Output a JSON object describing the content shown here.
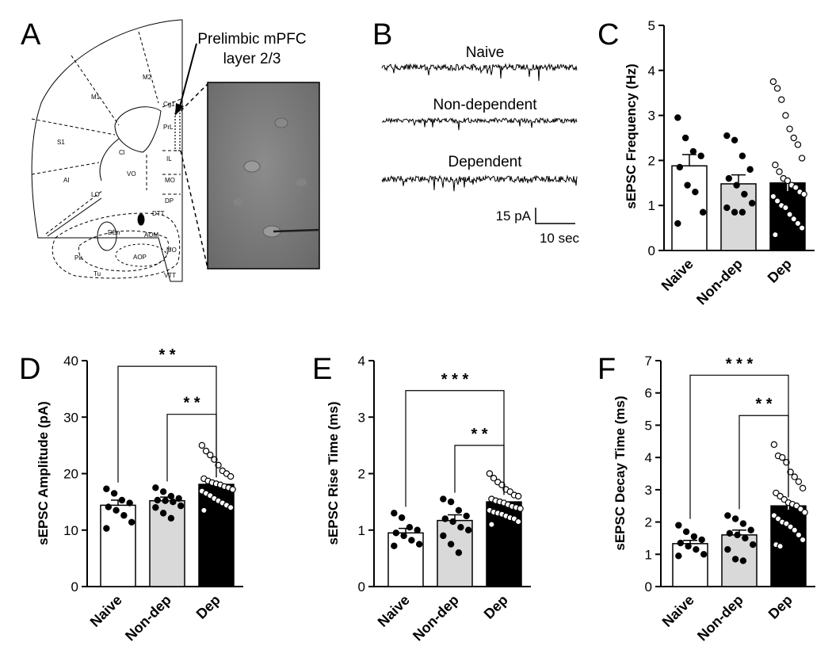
{
  "panel_letters": [
    "A",
    "B",
    "C",
    "D",
    "E",
    "F"
  ],
  "panel_a": {
    "callout": [
      "Prelimbic mPFC",
      "layer 2/3"
    ],
    "regions": [
      "M2",
      "M1",
      "Cg1",
      "PrL",
      "S1",
      "Cl",
      "IL",
      "AI",
      "VO",
      "MO",
      "LO",
      "DP",
      "DTT",
      "DEn",
      "AOM",
      "AOP",
      "MO",
      "Pir",
      "Tu",
      "VTT"
    ]
  },
  "panel_b": {
    "traces": [
      "Naive",
      "Non-dependent",
      "Dependent"
    ],
    "scale_y": "15 pA",
    "scale_x": "10 sec"
  },
  "colors": {
    "naive": "#ffffff",
    "nondep": "#d9d9d9",
    "dep": "#000000",
    "ink": "#000000"
  },
  "chart_data": [
    {
      "id": "C",
      "type": "bar",
      "categories": [
        "Naive",
        "Non-dep",
        "Dep"
      ],
      "values": [
        1.88,
        1.48,
        1.5
      ],
      "sem": [
        0.25,
        0.2,
        0.18
      ],
      "ylabel": "sEPSC Frequency (Hz)",
      "ylim": [
        0,
        5
      ],
      "yticks": [
        0,
        1,
        2,
        3,
        4,
        5
      ],
      "ytick_labels": [
        "0",
        "1",
        "2",
        "3",
        "4",
        "5"
      ],
      "points": [
        [
          2.95,
          2.5,
          2.2,
          2.1,
          1.85,
          1.45,
          1.3,
          0.85,
          0.6
        ],
        [
          2.55,
          2.45,
          2.1,
          1.8,
          1.6,
          1.45,
          1.25,
          1.05,
          0.95,
          0.85,
          0.85
        ],
        [
          3.75,
          3.6,
          3.35,
          3.0,
          2.7,
          2.5,
          2.35,
          2.05,
          1.9,
          1.75,
          1.6,
          1.55,
          1.45,
          1.4,
          1.3,
          1.25,
          1.2,
          1.1,
          1.0,
          0.95,
          0.8,
          0.7,
          0.6,
          0.5,
          0.35
        ]
      ],
      "significance": []
    },
    {
      "id": "D",
      "type": "bar",
      "categories": [
        "Naive",
        "Non-dep",
        "Dep"
      ],
      "values": [
        14.4,
        15.2,
        18.1
      ],
      "sem": [
        0.9,
        0.65,
        0.4
      ],
      "ylabel": "sEPSC Amplitude (pA)",
      "ylim": [
        0,
        40
      ],
      "yticks": [
        0,
        10,
        20,
        30,
        40
      ],
      "ytick_labels": [
        "0",
        "10",
        "20",
        "30",
        "40"
      ],
      "points": [
        [
          17.3,
          16.5,
          15.3,
          14.8,
          14.1,
          13.5,
          12.6,
          11.4,
          10.3
        ],
        [
          17.5,
          16.8,
          16.0,
          15.6,
          15.3,
          15.2,
          15.0,
          14.3,
          14.0,
          13.0,
          12.1
        ],
        [
          25.0,
          24.0,
          23.3,
          22.5,
          21.5,
          20.5,
          20.0,
          19.5,
          19.1,
          18.7,
          18.4,
          18.2,
          18.0,
          17.7,
          17.5,
          17.2,
          16.9,
          16.5,
          16.1,
          15.6,
          15.2,
          14.8,
          14.4,
          14.0,
          13.5
        ]
      ],
      "significance": [
        {
          "from": 0,
          "to": 2,
          "label": "* *",
          "y": 39.0
        },
        {
          "from": 1,
          "to": 2,
          "label": "* *",
          "y": 30.5
        }
      ]
    },
    {
      "id": "E",
      "type": "bar",
      "categories": [
        "Naive",
        "Non-dep",
        "Dep"
      ],
      "values": [
        0.95,
        1.17,
        1.5
      ],
      "sem": [
        0.08,
        0.1,
        0.04
      ],
      "ylabel": "sEPSC Rise Time (ms)",
      "ylim": [
        0,
        4
      ],
      "yticks": [
        0,
        1,
        2,
        3,
        4
      ],
      "ytick_labels": [
        "0",
        "1",
        "2",
        "3",
        "4"
      ],
      "points": [
        [
          1.3,
          1.22,
          1.05,
          1.0,
          0.95,
          0.9,
          0.82,
          0.75,
          0.72
        ],
        [
          1.55,
          1.5,
          1.35,
          1.25,
          1.2,
          1.15,
          1.05,
          1.0,
          0.9,
          0.75,
          0.6
        ],
        [
          2.0,
          1.92,
          1.85,
          1.8,
          1.72,
          1.68,
          1.62,
          1.6,
          1.55,
          1.52,
          1.5,
          1.48,
          1.45,
          1.42,
          1.4,
          1.38,
          1.35,
          1.32,
          1.3,
          1.28,
          1.25,
          1.22,
          1.2,
          1.15,
          1.1
        ]
      ],
      "significance": [
        {
          "from": 0,
          "to": 2,
          "label": "* * *",
          "y": 3.47
        },
        {
          "from": 1,
          "to": 2,
          "label": "* *",
          "y": 2.5
        }
      ]
    },
    {
      "id": "F",
      "type": "bar",
      "categories": [
        "Naive",
        "Non-dep",
        "Dep"
      ],
      "values": [
        1.33,
        1.6,
        2.5
      ],
      "sem": [
        0.1,
        0.15,
        0.12
      ],
      "ylabel": "sEPSC Decay Time (ms)",
      "ylim": [
        0,
        7
      ],
      "yticks": [
        0,
        1,
        2,
        3,
        4,
        5,
        6,
        7
      ],
      "ytick_labels": [
        "0",
        "1",
        "2",
        "3",
        "4",
        "5",
        "6",
        "7"
      ],
      "points": [
        [
          1.9,
          1.7,
          1.55,
          1.45,
          1.35,
          1.25,
          1.15,
          1.0,
          0.95
        ],
        [
          2.2,
          2.1,
          1.95,
          1.75,
          1.65,
          1.6,
          1.5,
          1.3,
          1.15,
          0.85,
          0.8
        ],
        [
          4.4,
          4.05,
          4.0,
          3.85,
          3.55,
          3.4,
          3.25,
          3.05,
          2.9,
          2.8,
          2.7,
          2.6,
          2.55,
          2.5,
          2.4,
          2.3,
          2.2,
          2.1,
          2.0,
          1.95,
          1.85,
          1.75,
          1.6,
          1.45,
          1.3,
          1.25
        ]
      ],
      "significance": [
        {
          "from": 0,
          "to": 2,
          "label": "* * *",
          "y": 6.55
        },
        {
          "from": 1,
          "to": 2,
          "label": "* *",
          "y": 5.3
        }
      ]
    }
  ]
}
